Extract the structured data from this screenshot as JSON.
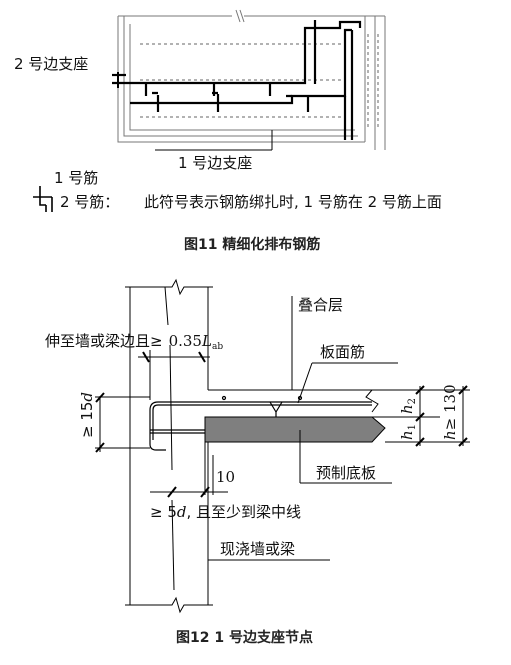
{
  "figure11": {
    "label_support_2": "2 号边支座",
    "label_support_1": "1 号边支座",
    "legend_bar_1": "1 号筋",
    "legend_bar_2": "2 号筋：",
    "legend_note": "此符号表示钢筋绑扎时, 1 号筋在 2 号筋上面",
    "caption": "图11  精细化排布钢筋"
  },
  "figure12": {
    "label_composite_layer": "叠合层",
    "label_extend": "伸至墙或梁边且≥",
    "label_extend_value": "0.35",
    "label_extend_symbol": "L",
    "label_extend_sub": "ab",
    "label_top_bar": "板面筋",
    "label_15d_prefix": "≥ 15",
    "label_15d_var": "d",
    "label_h2": "h",
    "label_h2_sub": "2",
    "label_h1": "h",
    "label_h1_sub": "1",
    "label_h_var": "h",
    "label_h_value": "≥ 130",
    "label_10": "10",
    "label_precast": "预制底板",
    "label_5d_prefix": "≥ 5",
    "label_5d_var": "d",
    "label_5d_suffix": ", 且至少到梁中线",
    "label_wall": "现浇墙或梁",
    "caption": "图12  1 号边支座节点"
  }
}
